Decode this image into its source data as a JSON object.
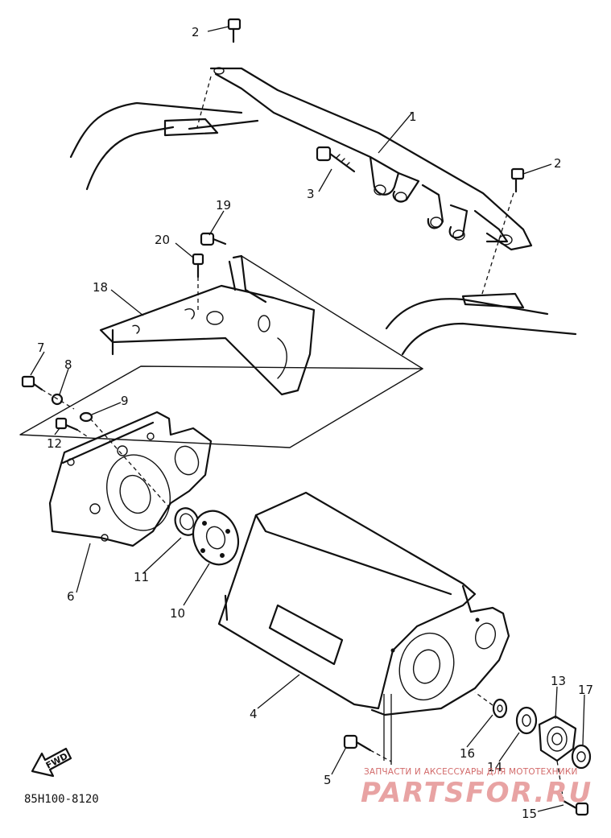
{
  "diagram": {
    "callouts": [
      {
        "id": "1",
        "label": "1"
      },
      {
        "id": "2a",
        "label": "2"
      },
      {
        "id": "2b",
        "label": "2"
      },
      {
        "id": "3",
        "label": "3"
      },
      {
        "id": "4",
        "label": "4"
      },
      {
        "id": "5",
        "label": "5"
      },
      {
        "id": "6",
        "label": "6"
      },
      {
        "id": "7",
        "label": "7"
      },
      {
        "id": "8",
        "label": "8"
      },
      {
        "id": "9",
        "label": "9"
      },
      {
        "id": "10",
        "label": "10"
      },
      {
        "id": "11",
        "label": "11"
      },
      {
        "id": "12",
        "label": "12"
      },
      {
        "id": "13",
        "label": "13"
      },
      {
        "id": "14",
        "label": "14"
      },
      {
        "id": "15",
        "label": "15"
      },
      {
        "id": "16",
        "label": "16"
      },
      {
        "id": "17",
        "label": "17"
      },
      {
        "id": "18",
        "label": "18"
      },
      {
        "id": "19",
        "label": "19"
      },
      {
        "id": "20",
        "label": "20"
      }
    ],
    "fwd_label": "FWD",
    "drawing_code": "85H100-8120"
  },
  "watermark": {
    "tagline": "ЗАПЧАСТИ И АКСЕССУАРЫ ДЛЯ МОТОТЕХНИКИ",
    "brand": "PARTSFOR.RU"
  }
}
